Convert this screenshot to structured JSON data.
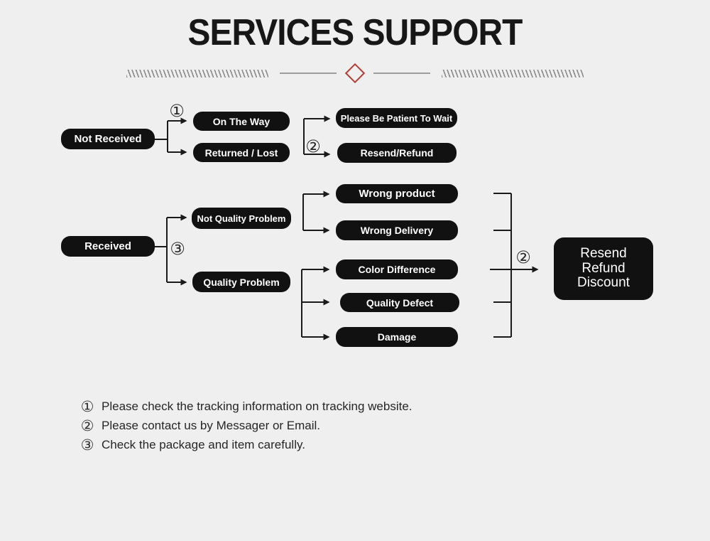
{
  "title": "SERVICES SUPPORT",
  "flow": {
    "not_received": "Not Received",
    "on_the_way": "On The Way",
    "returned_lost": "Returned / Lost",
    "please_wait": "Please Be Patient To Wait",
    "resend_refund": "Resend/Refund",
    "received": "Received",
    "not_quality_problem": "Not Quality Problem",
    "quality_problem": "Quality Problem",
    "wrong_product": "Wrong product",
    "wrong_delivery": "Wrong Delivery",
    "color_difference": "Color Difference",
    "quality_defect": "Quality Defect",
    "damage": "Damage",
    "outcome_lines": [
      "Resend",
      "Refund",
      "Discount"
    ],
    "markers": {
      "m1": "①",
      "m2": "②",
      "m3": "③"
    }
  },
  "footnotes": [
    {
      "marker": "①",
      "text": "Please check the tracking information on tracking website."
    },
    {
      "marker": "②",
      "text": "Please contact us by Messager or Email."
    },
    {
      "marker": "③",
      "text": "Check the package and item carefully."
    }
  ],
  "colors": {
    "background": "#efefef",
    "box_fill": "#111111",
    "box_text": "#ffffff",
    "line": "#1a1a1a",
    "accent_red": "#b63b33",
    "hatch_gray": "#8a8a8a"
  }
}
